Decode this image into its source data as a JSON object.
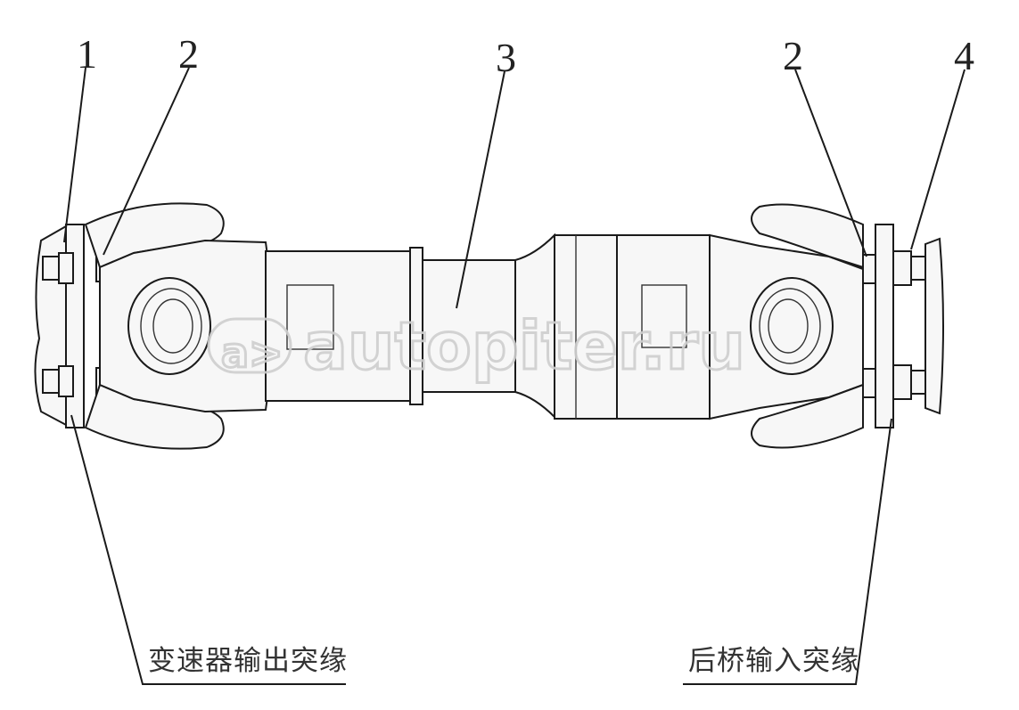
{
  "callouts": {
    "c1": "1",
    "c2_left": "2",
    "c3": "3",
    "c2_right": "2",
    "c4": "4"
  },
  "captions": {
    "left": "变速器输出突缘",
    "right": "后桥输入突缘"
  },
  "watermark": {
    "logo": "a>",
    "text": "autopiter.ru"
  }
}
